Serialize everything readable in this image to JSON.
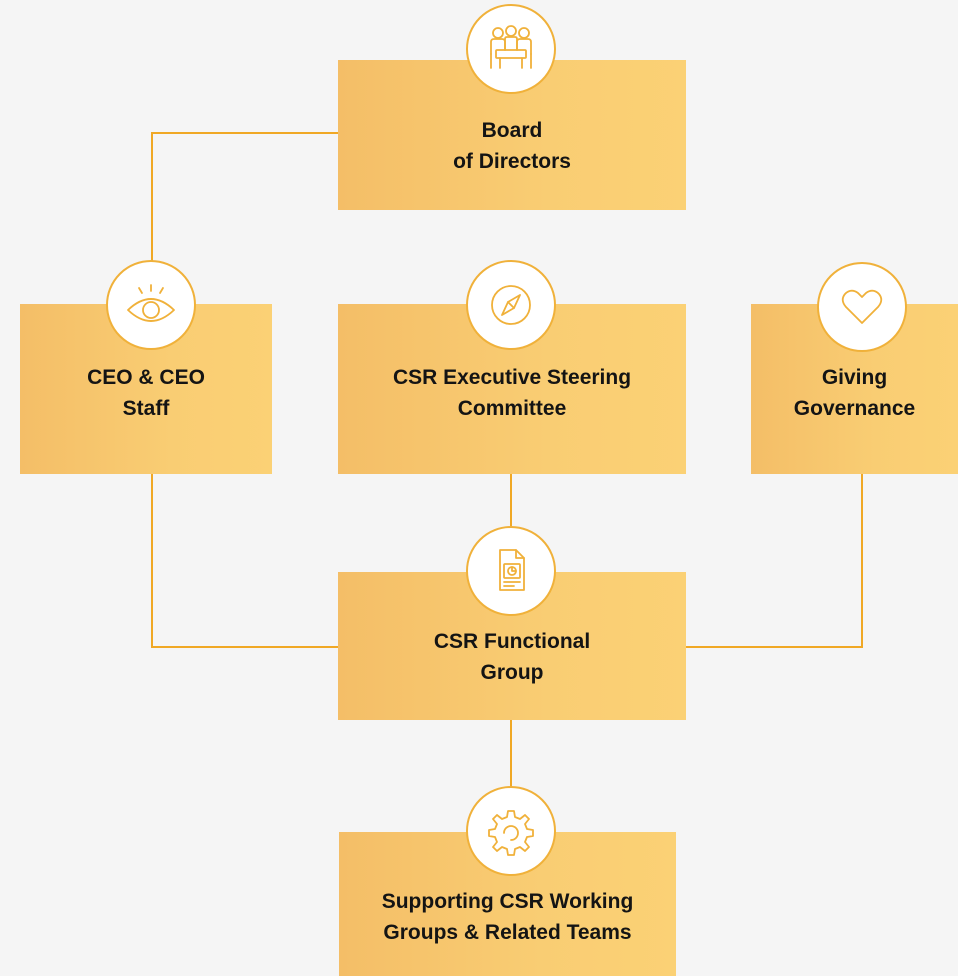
{
  "colors": {
    "background": "#f5f5f5",
    "box_fill": "#f9cd73",
    "connector": "#f0a825",
    "icon_stroke": "#f0b13a"
  },
  "nodes": {
    "board": {
      "label": "Board\nof Directors",
      "icon": "meeting-people-icon"
    },
    "ceo": {
      "label": "CEO & CEO\nStaff",
      "icon": "eye-icon"
    },
    "steering": {
      "label": "CSR Executive Steering\nCommittee",
      "icon": "compass-icon"
    },
    "giving": {
      "label": "Giving\nGovernance",
      "icon": "heart-icon"
    },
    "functional": {
      "label": "CSR Functional\nGroup",
      "icon": "report-document-icon"
    },
    "supporting": {
      "label": "Supporting CSR Working\nGroups & Related Teams",
      "icon": "gear-icon"
    }
  }
}
